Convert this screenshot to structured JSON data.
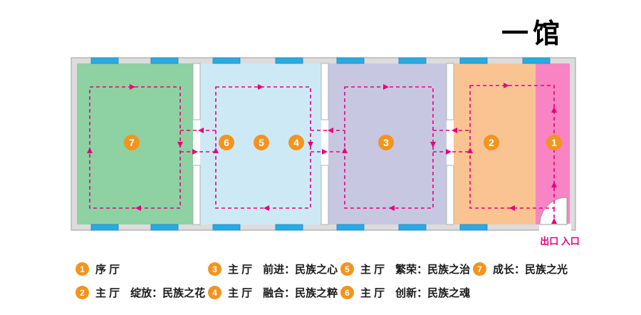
{
  "title": "一馆",
  "exit_label": "出口 入口",
  "colors": {
    "wall": "#dcdcdc",
    "wall_stroke": "#9b9b9b",
    "window": "#29abe2",
    "path": "#e5007d",
    "marker": "#f3941e",
    "room_green": "#8ed1a3",
    "room_blue": "#cde9f6",
    "room_purple": "#c7c7e2",
    "room_orange": "#f9c492",
    "room_pink": "#f884c4"
  },
  "markers": [
    "1",
    "2",
    "3",
    "4",
    "5",
    "6",
    "7"
  ],
  "legend": {
    "items": [
      {
        "num": "1",
        "label": "序 厅"
      },
      {
        "num": "2",
        "label": "主 厅　绽放：民族之花"
      },
      {
        "num": "3",
        "label": "主 厅　前进：民族之心"
      },
      {
        "num": "4",
        "label": "主 厅　融合：民族之粹"
      },
      {
        "num": "5",
        "label": "主 厅　繁荣：民族之治"
      },
      {
        "num": "6",
        "label": "主 厅　创新：民族之魂"
      },
      {
        "num": "7",
        "label": "成长：民族之光"
      }
    ]
  }
}
